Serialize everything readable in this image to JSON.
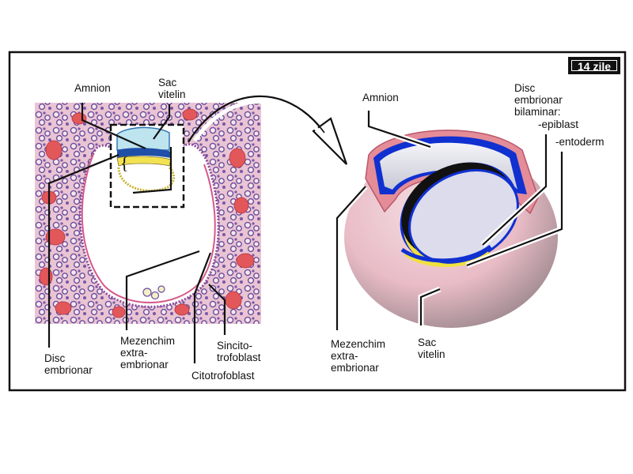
{
  "badge": "14 zile",
  "left_panel": {
    "amnion": "Amnion",
    "sac_vitelin": "Sac\nvitelin",
    "disc_embrionar": "Disc\nembrionar",
    "mezenchim": "Mezenchim\nextra-\nembrionar",
    "sincitotrofoblast": "Sincito-\ntrofoblast",
    "citotrofoblast": "Citotrofoblast"
  },
  "right_panel": {
    "amnion": "Amnion",
    "disc_bilaminar": "Disc\nembrionar\nbilaminar:",
    "epiblast": "-epiblast",
    "entoderm": "-entoderm",
    "mezenchim": "Mezenchim\nextra-\nembrionar",
    "sac_vitelin": "Sac\nvitelin"
  },
  "colors": {
    "frame": "#111111",
    "tissue_pink": "#e6b4c8",
    "cells_purple": "#7a56a8",
    "blood_red": "#e2585a",
    "amnion_blue": "#1030d0",
    "yolk_yellow": "#f0e040",
    "disc_gray": "#dcdcec"
  }
}
